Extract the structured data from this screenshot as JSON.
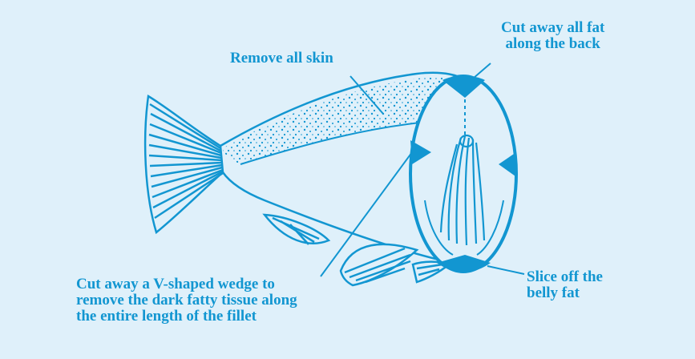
{
  "labels": {
    "remove_skin": "Remove all skin",
    "back_fat": [
      "Cut away all fat",
      "along the back"
    ],
    "wedge": [
      "Cut away a V-shaped wedge to",
      "remove the dark fatty tissue along",
      "the entire length of the fillet"
    ],
    "belly_fat": [
      "Slice off the",
      "belly fat"
    ]
  },
  "colors": {
    "background": "#dff0fa",
    "ink": "#1296d1"
  }
}
